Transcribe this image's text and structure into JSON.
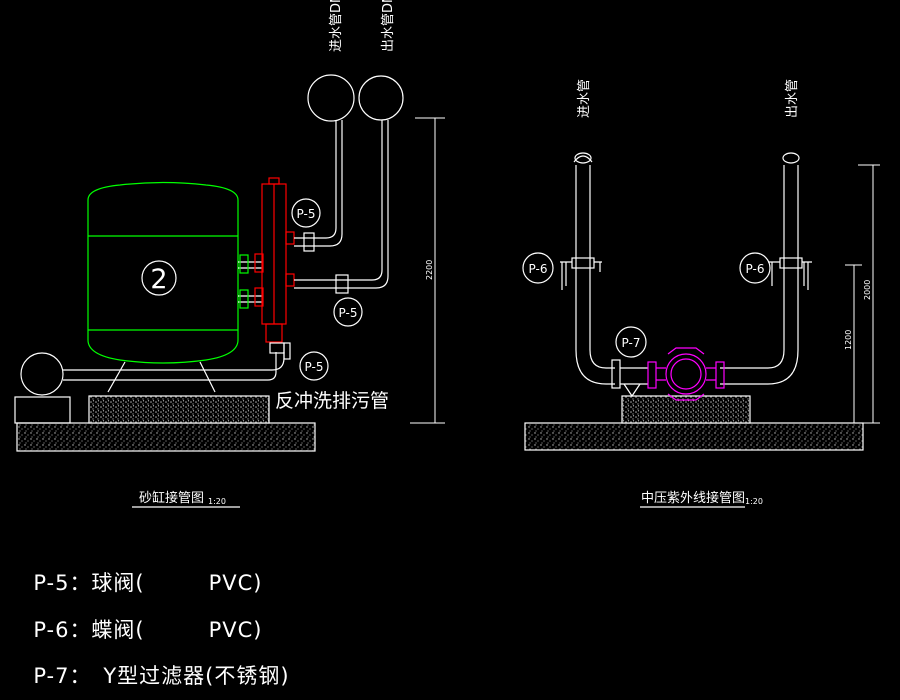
{
  "left_view": {
    "title": "砂缸接管图",
    "scale": "1:20",
    "tank_number": "2",
    "callouts": [
      "P-5",
      "P-5",
      "P-5"
    ],
    "drain_label": "反冲洗排污管",
    "pipe_labels": [
      "进水管DN",
      "出水管DN"
    ],
    "dimension": "2200"
  },
  "right_view": {
    "title": "中压紫外线接管图",
    "scale": "1:20",
    "callouts": [
      "P-6",
      "P-6",
      "P-7"
    ],
    "pipe_labels": [
      "进水管",
      "出水管"
    ],
    "dimensions": [
      "2000",
      "1200"
    ]
  },
  "legend": [
    {
      "code": "P-5：",
      "name": "球阀(",
      "material": "PVC)"
    },
    {
      "code": "P-6：",
      "name": "蝶阀(",
      "material": "PVC)"
    },
    {
      "code": "P-7：",
      "name": "Y型过滤器(不锈钢)",
      "material": ""
    }
  ],
  "colors": {
    "background": "#000000",
    "lines": "#ffffff",
    "tank": "#00ff00",
    "filter_manifold": "#ff0000",
    "uv_unit": "#ff00ff"
  }
}
